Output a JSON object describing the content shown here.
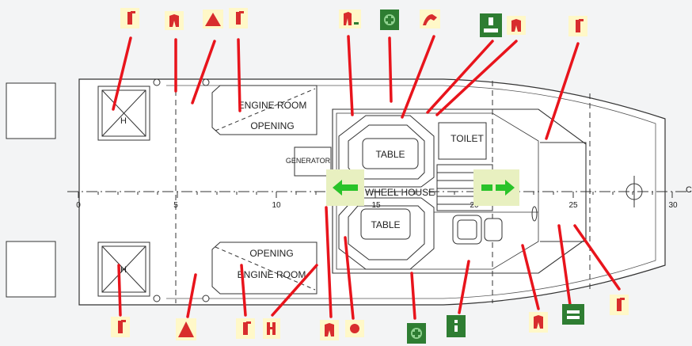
{
  "rooms": {
    "engine_room_top": "ENGINE ROOM",
    "opening_top": "OPENING",
    "opening_bottom": "OPENING",
    "engine_room_bottom": "ENGINE ROOM",
    "generator": "GENERATOR",
    "table_top": "TABLE",
    "table_bottom": "TABLE",
    "toilet": "TOILET",
    "wheel_house": "WHEEL HOUSE",
    "hatch_top": "H",
    "hatch_bottom": "H"
  },
  "scale": {
    "ticks": [
      "0",
      "5",
      "10",
      "15",
      "20",
      "25",
      "30"
    ],
    "end_label": "C"
  },
  "colors": {
    "line": "#333333",
    "callout": "#e8141c",
    "chip_bg": "#fff8c8",
    "chip_fg": "#d82d2d",
    "chip_green": "#2e7d32",
    "arrow_green": "#29c329",
    "arrow_bg": "#e8f0c0"
  },
  "markers": {
    "top": [
      "fire-extinguisher-icon",
      "life-jacket-icon",
      "warning-triangle-icon",
      "fire-extinguisher-icon",
      "life-jacket-icon",
      "first-aid-kit-icon",
      "fire-hose-icon",
      "exit-sign-icon",
      "life-jacket-icon",
      "fire-extinguisher-icon"
    ],
    "bottom": [
      "fire-extinguisher-icon",
      "warning-triangle-icon",
      "fire-extinguisher-icon",
      "fire-hose-icon",
      "life-jacket-icon",
      "fire-alarm-icon",
      "first-aid-kit-icon",
      "exit-sign-icon",
      "life-jacket-icon",
      "exit-sign-icon",
      "fire-extinguisher-icon"
    ],
    "arrows": [
      "exit-arrow-left-icon",
      "exit-arrow-right-icon"
    ]
  }
}
